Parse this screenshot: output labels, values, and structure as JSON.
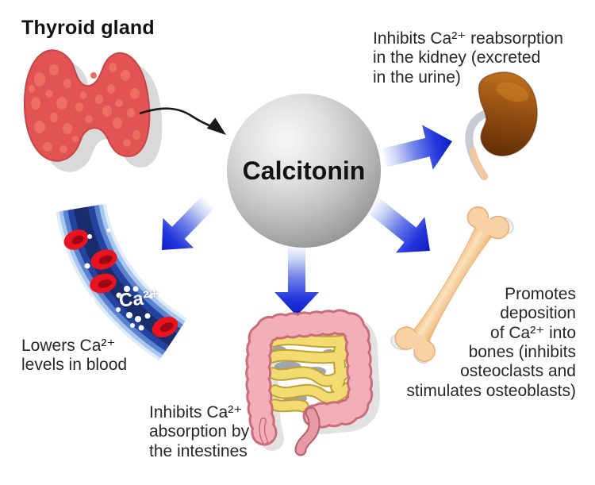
{
  "title": "Thyroid gland",
  "hormone": "Calcitonin",
  "effects": {
    "kidney": "Inhibits Ca²⁺ reabsorption\nin the kidney (excreted\nin the urine)",
    "bone": "Promotes\ndeposition\nof Ca²⁺ into\nbones (inhibits\nosteoclasts and\nstimulates osteoblasts)",
    "intestine": "Inhibits Ca²⁺\nabsorption by\nthe intestines",
    "blood": "Lowers Ca²⁺\nlevels in blood"
  },
  "labels": {
    "calcium_ion": "Ca²⁺"
  },
  "icons": {
    "thyroid": "thyroid-gland",
    "hormone_sphere": "gray-sphere",
    "kidney": "kidney-with-ureter",
    "bone": "long-bone",
    "intestines": "intestines",
    "blood_vessel": "blood-vessel-with-red-cells"
  },
  "colors": {
    "arrow_blue": "#1b2ad0",
    "thyroid_red": "#e25353",
    "kidney_brown": "#8a4810",
    "bone_peach": "#f8d2a4",
    "colon_pink": "#f3afb7",
    "small_intestine_yellow": "#f2db70",
    "vessel_navy": "#24429f",
    "blood_cell_red": "#e8111d",
    "sphere_gray": "#c2c2c2",
    "text_dark": "#262626"
  }
}
